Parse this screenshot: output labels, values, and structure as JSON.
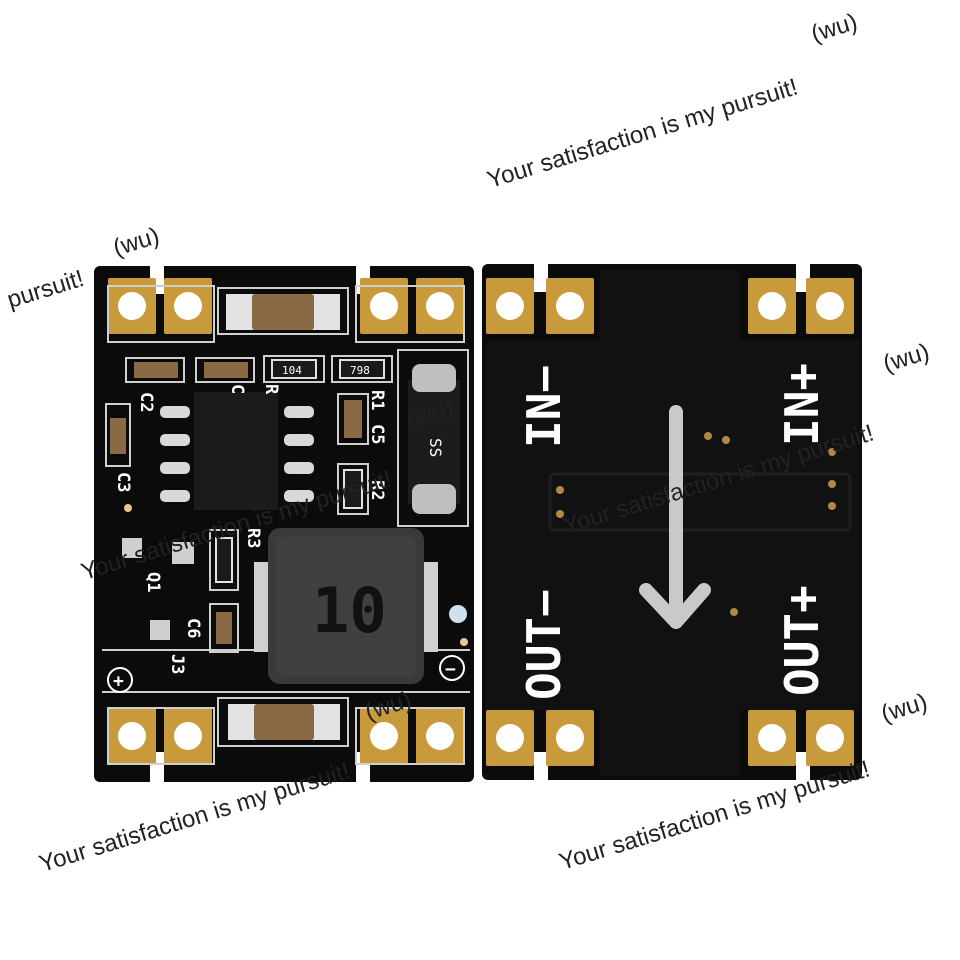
{
  "photo": {
    "subject": "two-mini-dc-dc-buck-converter-boards",
    "background_color": "#ffffff",
    "pcb_color": "#0b0b0b",
    "pad_color": "#c89a3c",
    "silk_color": "#ffffff",
    "inductor_color": "#3a3a3a"
  },
  "watermarks": {
    "slogan": "Your satisfaction is my pursuit!",
    "slogan_fragment": "pursuit!",
    "signature": "(wu)"
  },
  "front_board": {
    "inductor_marking": "10",
    "labels": {
      "c2": "C2",
      "c1": "C",
      "r4": "R",
      "r1": "R1",
      "c5": "C5",
      "r2": "R2",
      "c3": "C3",
      "r3": "R3",
      "q1": "Q1",
      "c6": "C6",
      "j3": "J3",
      "plus": "+",
      "minus": "−"
    },
    "chip_codes": {
      "r104": "104",
      "r798": "798",
      "ss": "SS"
    }
  },
  "back_board": {
    "labels": {
      "in_minus": "IN−",
      "in_plus": "IN+",
      "out_minus": "OUT−",
      "out_plus": "OUT+"
    },
    "arrow_direction": "down"
  }
}
